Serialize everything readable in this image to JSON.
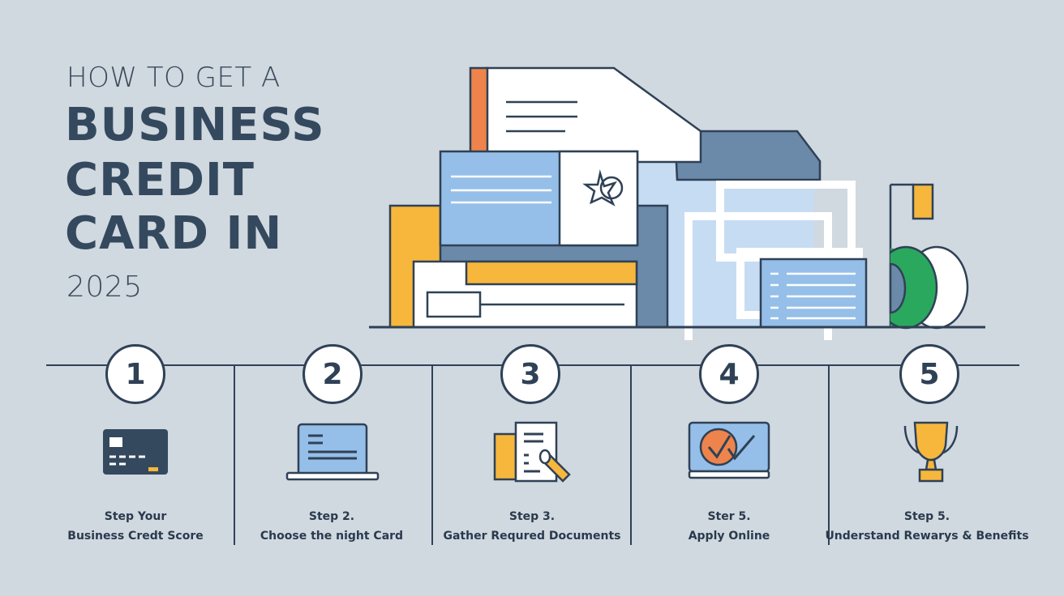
{
  "title": {
    "line1": "HOW TO GET A",
    "line2": "BUSINESS",
    "line3": "CREDIT",
    "line4": "CARD IN",
    "line5": "2025"
  },
  "steps": [
    {
      "number": "1",
      "heading": "Step Your",
      "label": "Business Credt Score",
      "icon": "credit-card-icon"
    },
    {
      "number": "2",
      "heading": "Step 2.",
      "label": "Choose the night Card",
      "icon": "laptop-icon"
    },
    {
      "number": "3",
      "heading": "Step 3.",
      "label": "Gather Requred Documents",
      "icon": "documents-icon"
    },
    {
      "number": "4",
      "heading": "Ster 5.",
      "label": "Apply Online",
      "icon": "checkmark-screen-icon"
    },
    {
      "number": "5",
      "heading": "Step 5.",
      "label": "Understand Rewarys & Benefits",
      "icon": "trophy-icon"
    }
  ],
  "colors": {
    "background": "#d0d8e0",
    "dark": "#2f4156",
    "slate_blue": "#6b89a8",
    "light_blue": "#95bfe8",
    "yellow": "#f6b73c",
    "orange": "#ee844b",
    "green": "#2aa85e"
  }
}
